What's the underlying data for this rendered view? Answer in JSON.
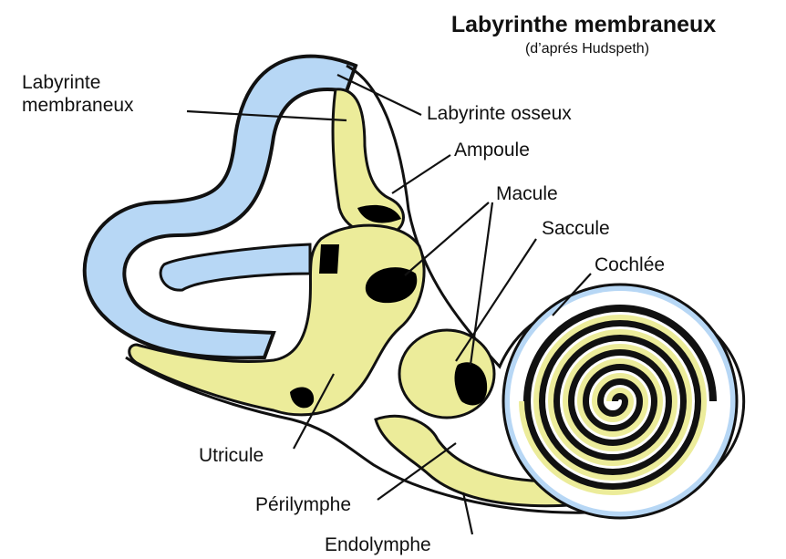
{
  "title": "Labyrinthe membraneux",
  "subtitle": "(d’aprés Hudspeth)",
  "labels": {
    "labyrinte_membraneux_line1": "Labyrinte",
    "labyrinte_membraneux_line2": "membraneux",
    "labyrinte_osseux": "Labyrinte osseux",
    "ampoule": "Ampoule",
    "macule": "Macule",
    "saccule": "Saccule",
    "cochlee": "Cochlée",
    "utricule": "Utricule",
    "perilymphe": "Périlymphe",
    "endolymphe": "Endolymphe"
  },
  "colors": {
    "perilymph_fill": "#b7d7f5",
    "endolymph_fill": "#ecec9a",
    "macula_fill": "#000000",
    "outline": "#111111",
    "background": "#ffffff"
  }
}
